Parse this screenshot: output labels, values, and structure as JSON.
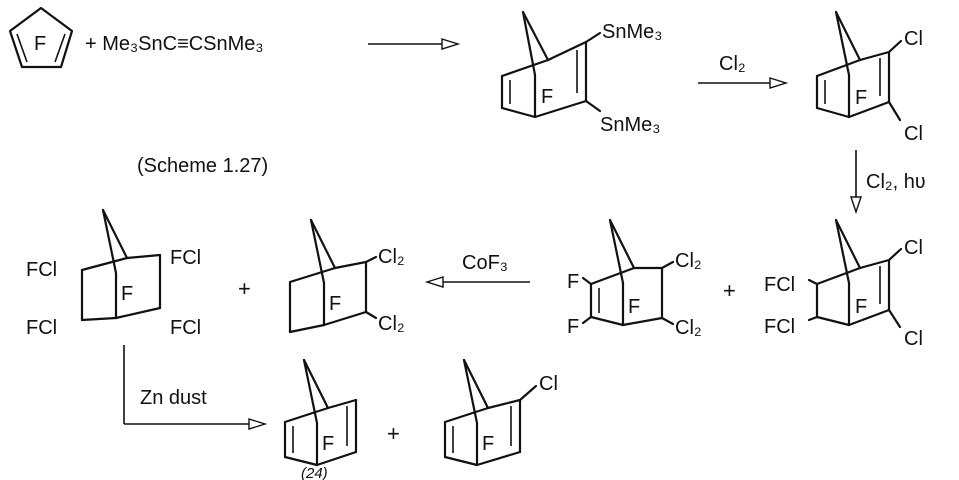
{
  "reaction_scheme": {
    "colors": {
      "ink": "#111111",
      "background": "#ffffff"
    },
    "labels": {
      "ring_atom": "F",
      "reagent_formula": "+ Me₃SnC≡CSnMe₃",
      "scheme_ref": "(Scheme  1.27)",
      "sn_sub_top": "SnMe₃",
      "sn_sub_bottom": "SnMe₃",
      "cl2": "Cl₂",
      "cl2_hv": "Cl₂, hʋ",
      "cl": "Cl",
      "fcl": "FCl",
      "cl2_sub": "Cl₂",
      "cof3": "CoF₃",
      "f": "F",
      "plus": "+",
      "zn_dust": "Zn dust",
      "compound_number": "(24)"
    }
  }
}
